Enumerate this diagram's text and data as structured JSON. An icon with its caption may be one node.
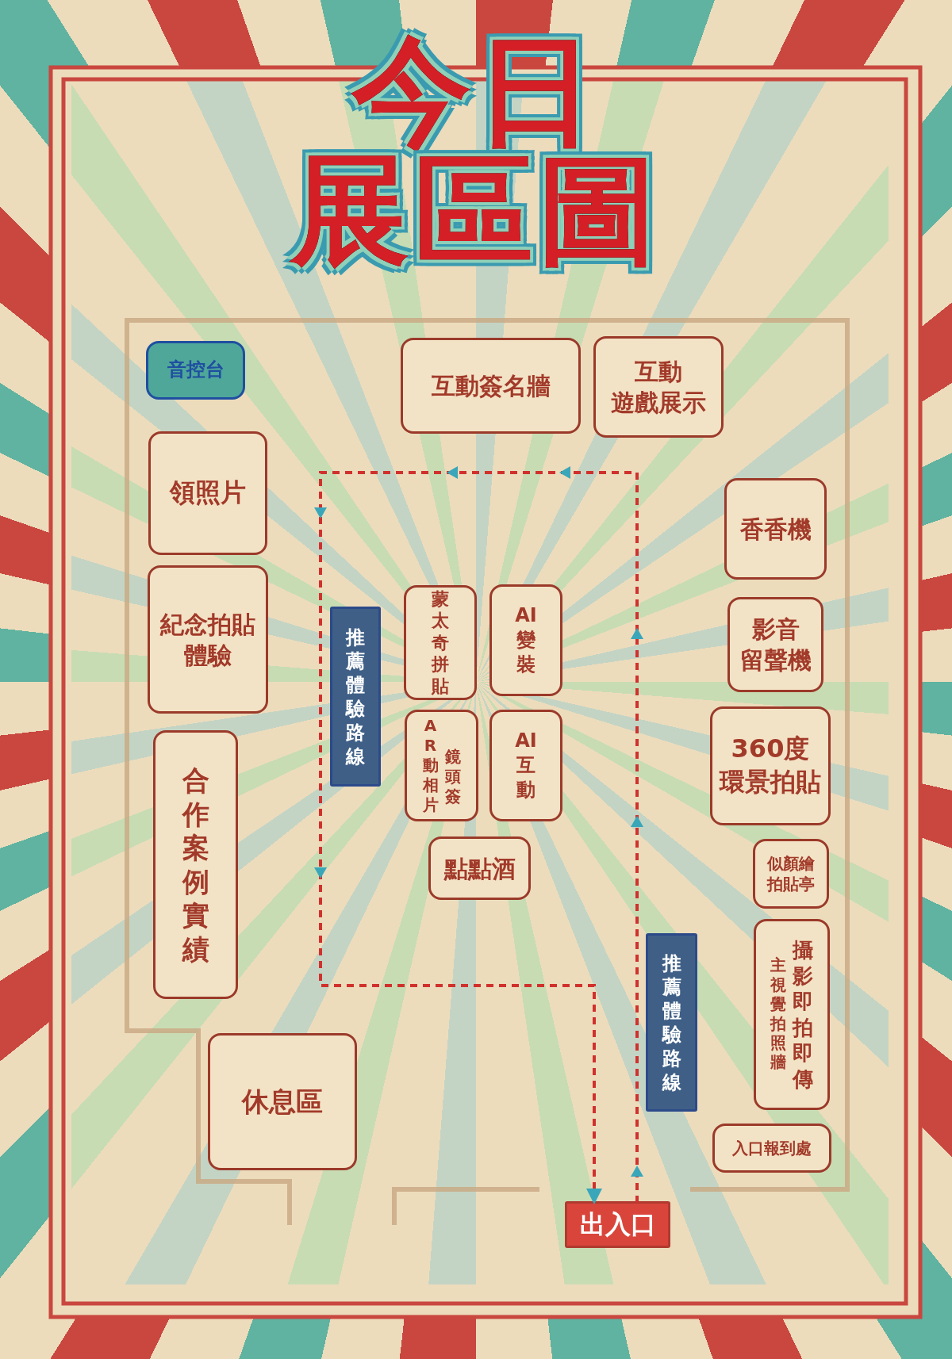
{
  "diagram": {
    "title": "今日展區圖",
    "nodes": [
      {
        "text": [
          "音控台"
        ]
      },
      {
        "text": [
          "互動簽名牆"
        ]
      },
      {
        "text": [
          "互動遊戲展示"
        ]
      },
      {
        "text": [
          "領照片"
        ]
      },
      {
        "text": [
          "紀念拍貼體驗"
        ]
      },
      {
        "text": [
          "推薦體驗路線"
        ]
      },
      {
        "text": [
          "蒙太奇拼貼"
        ]
      },
      {
        "text": [
          "AI變裝"
        ]
      },
      {
        "text": [
          "香香機"
        ]
      },
      {
        "text": [
          "影音留聲機"
        ]
      },
      {
        "text": [
          "AR動相片",
          "鏡頭簽"
        ]
      },
      {
        "text": [
          "AI互動"
        ]
      },
      {
        "text": [
          "360度環景拍貼"
        ]
      },
      {
        "text": [
          "點點酒"
        ]
      },
      {
        "text": [
          "似顏繪拍貼亭"
        ]
      },
      {
        "text": [
          "合作案例實績"
        ]
      },
      {
        "text": [
          "主視覺拍照牆",
          "攝影即拍即傳"
        ]
      },
      {
        "text": [
          "推薦體驗路線"
        ]
      },
      {
        "text": [
          "休息區"
        ]
      },
      {
        "text": [
          "入口報到處"
        ]
      },
      {
        "text": [
          "出入口"
        ]
      }
    ],
    "edges": [
      {
        "from": 20,
        "to": 20,
        "arrow": "to",
        "style": "dashed",
        "color": "#d0312d"
      }
    ]
  }
}
